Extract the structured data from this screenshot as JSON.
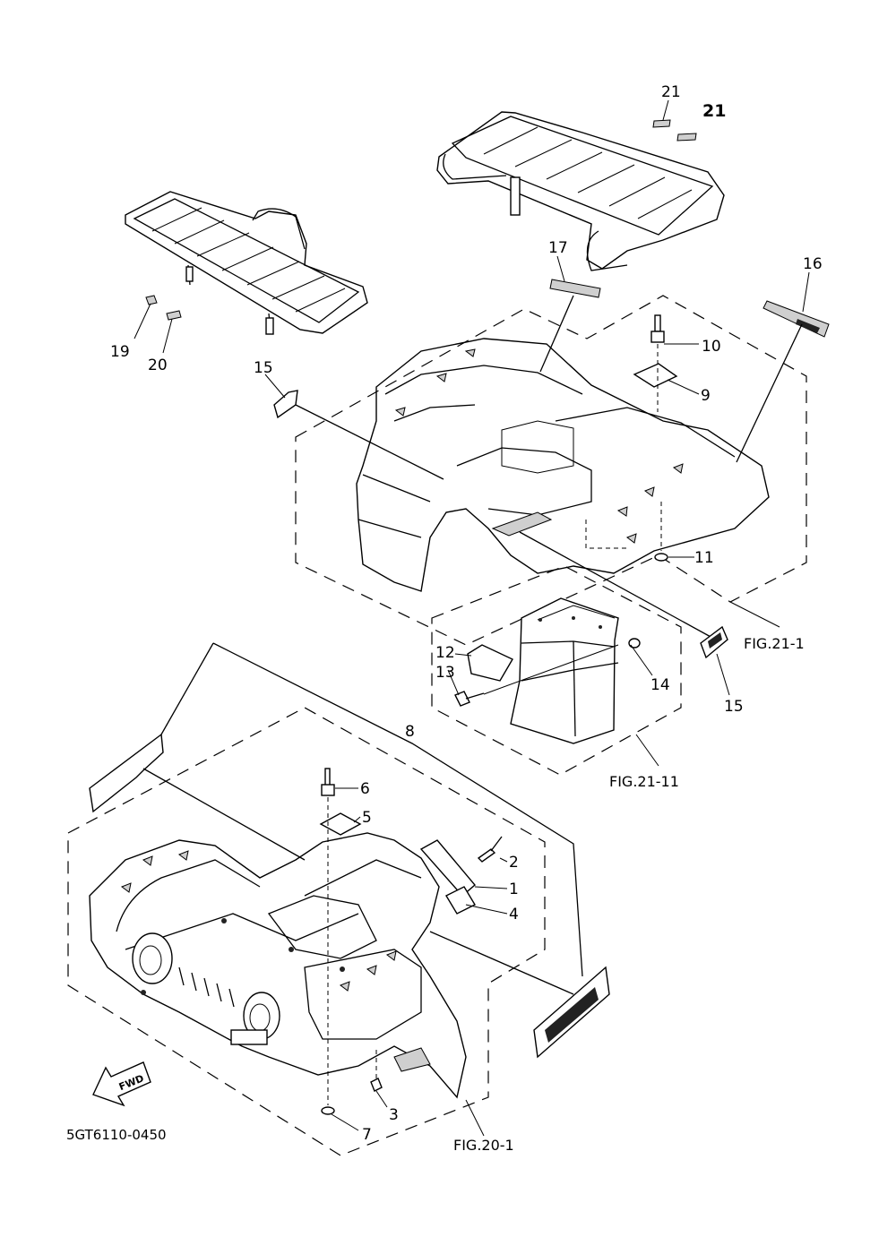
{
  "callouts": {
    "c1": "1",
    "c2": "2",
    "c3": "3",
    "c4": "4",
    "c5": "5",
    "c6": "6",
    "c7": "7",
    "c8": "8",
    "c9": "9",
    "c10": "10",
    "c11": "11",
    "c12": "12",
    "c13": "13",
    "c14": "14",
    "c15a": "15",
    "c15b": "15",
    "c16": "16",
    "c17": "17",
    "c19": "19",
    "c20": "20",
    "c21a": "21",
    "c21b": "21"
  },
  "references": {
    "fig_21_1": "FIG.21-1",
    "fig_21_11": "FIG.21-11",
    "fig_20_1": "FIG.20-1"
  },
  "direction_arrow": {
    "label": "FWD",
    "icon": "fwd-arrow-icon"
  },
  "diagram_code": "5GT6110-0450"
}
